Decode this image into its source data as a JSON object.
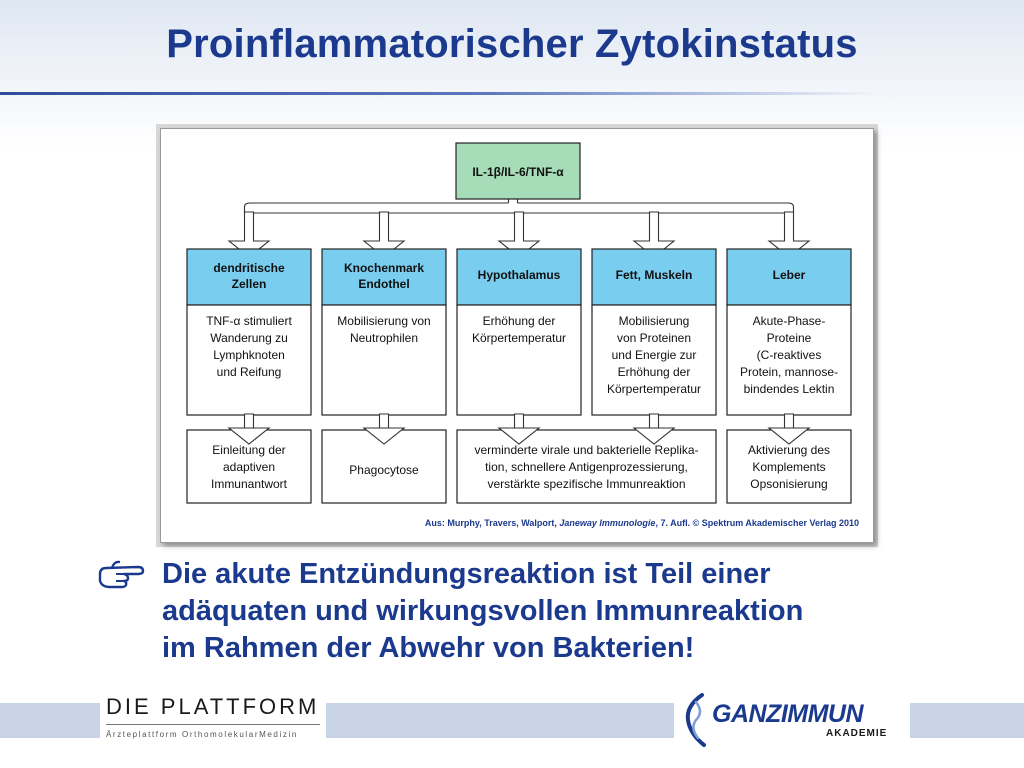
{
  "slide": {
    "title": "Proinflammatorischer Zytokinstatus"
  },
  "diagram": {
    "top_box": "IL-1β/IL-6/TNF-α",
    "columns": [
      {
        "header": [
          "dendritische",
          "Zellen"
        ],
        "middle": [
          "TNF-α stimuliert",
          "Wanderung zu",
          "Lymphknoten",
          "und Reifung"
        ],
        "bottom": [
          "Einleitung der",
          "adaptiven",
          "Immunantwort"
        ]
      },
      {
        "header": [
          "Knochenmark",
          "Endothel"
        ],
        "middle": [
          "Mobilisierung von",
          "Neutrophilen"
        ],
        "bottom": [
          "Phagocytose"
        ]
      },
      {
        "header": [
          "Hypothalamus"
        ],
        "middle": [
          "Erhöhung der",
          "Körpertemperatur"
        ]
      },
      {
        "header": [
          "Fett, Muskeln"
        ],
        "middle": [
          "Mobilisierung",
          "von Proteinen",
          "und Energie zur",
          "Erhöhung der",
          "Körpertemperatur"
        ]
      },
      {
        "header": [
          "Leber"
        ],
        "middle": [
          "Akute-Phase-",
          "Proteine",
          "(C-reaktives",
          "Protein, mannose-",
          "bindendes Lektin"
        ],
        "bottom": [
          "Aktivierung des",
          "Komplements",
          "Opsonisierung"
        ]
      }
    ],
    "merged_bottom": [
      "verminderte virale und bakterielle Replika-",
      "tion, schnellere Antigenprozessierung,",
      "verstärkte spezifische Immunreaktion"
    ],
    "citation_prefix": "Aus: Murphy, Travers, Walport, ",
    "citation_title": "Janeway Immunologie",
    "citation_suffix": ", 7. Aufl. © Spektrum Akademischer Verlag 2010",
    "colors": {
      "top_box_fill": "#a6dcb7",
      "header_fill": "#79cdee",
      "box_border": "#222222"
    }
  },
  "bullet": {
    "icon": "pointing-hand-icon",
    "lines": [
      "Die akute Entzündungsreaktion ist Teil einer",
      "adäquaten und wirkungsvollen Immunreaktion",
      "im Rahmen der Abwehr von Bakterien!"
    ]
  },
  "footer": {
    "left_logo_main": "DIE PLATTFORM",
    "left_logo_sub": "Ärzteplattform OrthomolekularMedizin",
    "right_logo_main_part1": "GANZ",
    "right_logo_main_part2": "IMMUN",
    "right_logo_sub": "AKADEMIE"
  },
  "theme": {
    "title_color": "#1b3a8e",
    "footer_bar": "#c8d4e6"
  }
}
